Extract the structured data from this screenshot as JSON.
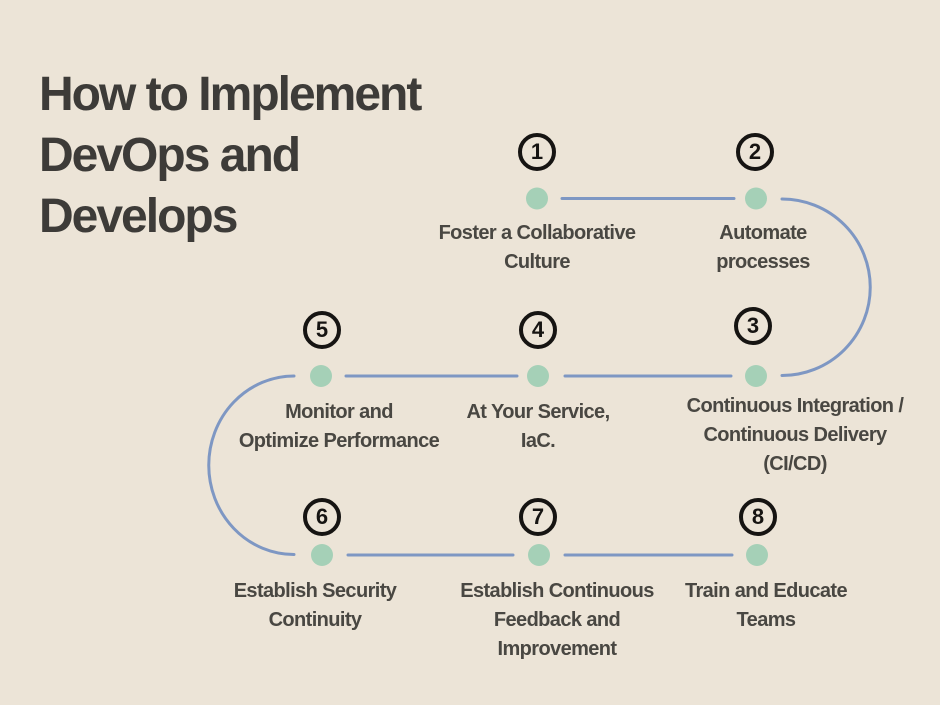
{
  "title": {
    "lines": [
      "How to Implement",
      "DevOps and",
      "Develops"
    ]
  },
  "steps": [
    {
      "num": "1",
      "label_lines": [
        "Foster a Collaborative",
        "Culture"
      ]
    },
    {
      "num": "2",
      "label_lines": [
        "Automate",
        "processes"
      ]
    },
    {
      "num": "3",
      "label_lines": [
        "Continuous Integration /",
        "Continuous Delivery",
        "(CI/CD)"
      ]
    },
    {
      "num": "4",
      "label_lines": [
        "At Your Service,",
        "IaC."
      ]
    },
    {
      "num": "5",
      "label_lines": [
        "Monitor and",
        "Optimize Performance"
      ]
    },
    {
      "num": "6",
      "label_lines": [
        "Establish Security",
        "Continuity"
      ]
    },
    {
      "num": "7",
      "label_lines": [
        "Establish Continuous",
        "Feedback and",
        "Improvement"
      ]
    },
    {
      "num": "8",
      "label_lines": [
        "Train and Educate",
        "Teams"
      ]
    }
  ],
  "colors": {
    "background": "#ece4d7",
    "title_text": "#3d3b38",
    "label_text": "#494742",
    "connector": "#7e97c3",
    "dot": "#a5d0b7",
    "number_circle": "#161412"
  }
}
